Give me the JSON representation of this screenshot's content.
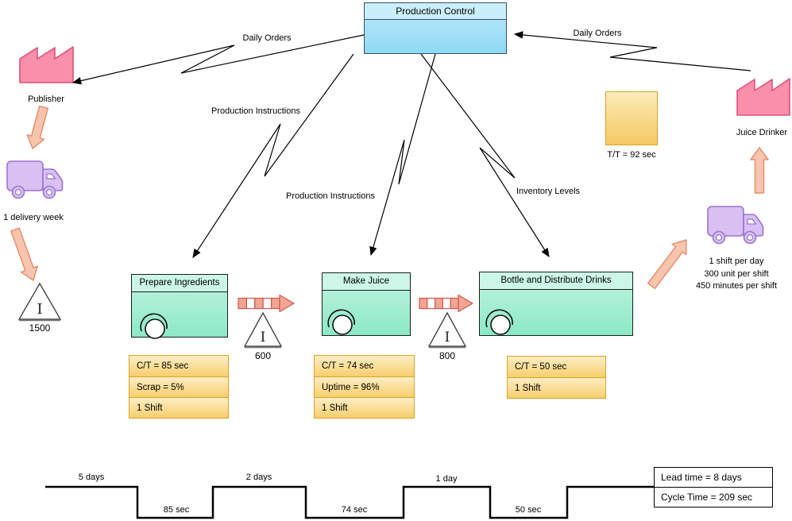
{
  "production_control": {
    "title": "Production Control"
  },
  "info_flow_labels": {
    "daily_orders_left": "Daily Orders",
    "daily_orders_right": "Daily Orders",
    "production_instructions_1": "Production Instructions",
    "production_instructions_2": "Production Instructions",
    "inventory_levels": "Inventory Levels"
  },
  "entities": {
    "publisher": {
      "label": "Publisher"
    },
    "juice_drinker": {
      "label": "Juice Drinker"
    }
  },
  "shipments": {
    "left_truck": {
      "label": "1 delivery week"
    },
    "right_truck": {
      "line1": "1 shift per day",
      "line2": "300 unit per shift",
      "line3": "450 minutes per shift"
    }
  },
  "inventories": {
    "symbol": "I",
    "i1": "1500",
    "i2": "600",
    "i3": "800"
  },
  "processes": [
    {
      "title": "Prepare Ingredients",
      "rows": [
        "C/T = 85 sec",
        "Scrap = 5%",
        "1 Shift"
      ]
    },
    {
      "title": "Make Juice",
      "rows": [
        "C/T = 74 sec",
        "Uptime = 96%",
        "1 Shift"
      ]
    },
    {
      "title": "Bottle and Distribute Drinks",
      "rows": [
        "C/T = 50 sec",
        "1 Shift"
      ]
    }
  ],
  "takt_time": {
    "label": "T/T = 92 sec"
  },
  "timeline": {
    "labels": [
      "5 days",
      "85 sec",
      "2 days",
      "74 sec",
      "1 day",
      "50 sec"
    ],
    "summary": {
      "lead_time": "Lead time = 8 days",
      "cycle_time": "Cycle Time = 209 sec"
    }
  },
  "colors": {
    "control_fill": "#9ADFF6",
    "process_fill": "#8BE9C6",
    "data_fill": "#F7CE6D",
    "data_border": "#DCA224",
    "factory_fill": "#FA8FA9",
    "truck_fill": "#D9BFF2",
    "push_arrow_fill": "#F2A593",
    "material_arrow_fill": "#F7C5AE"
  }
}
